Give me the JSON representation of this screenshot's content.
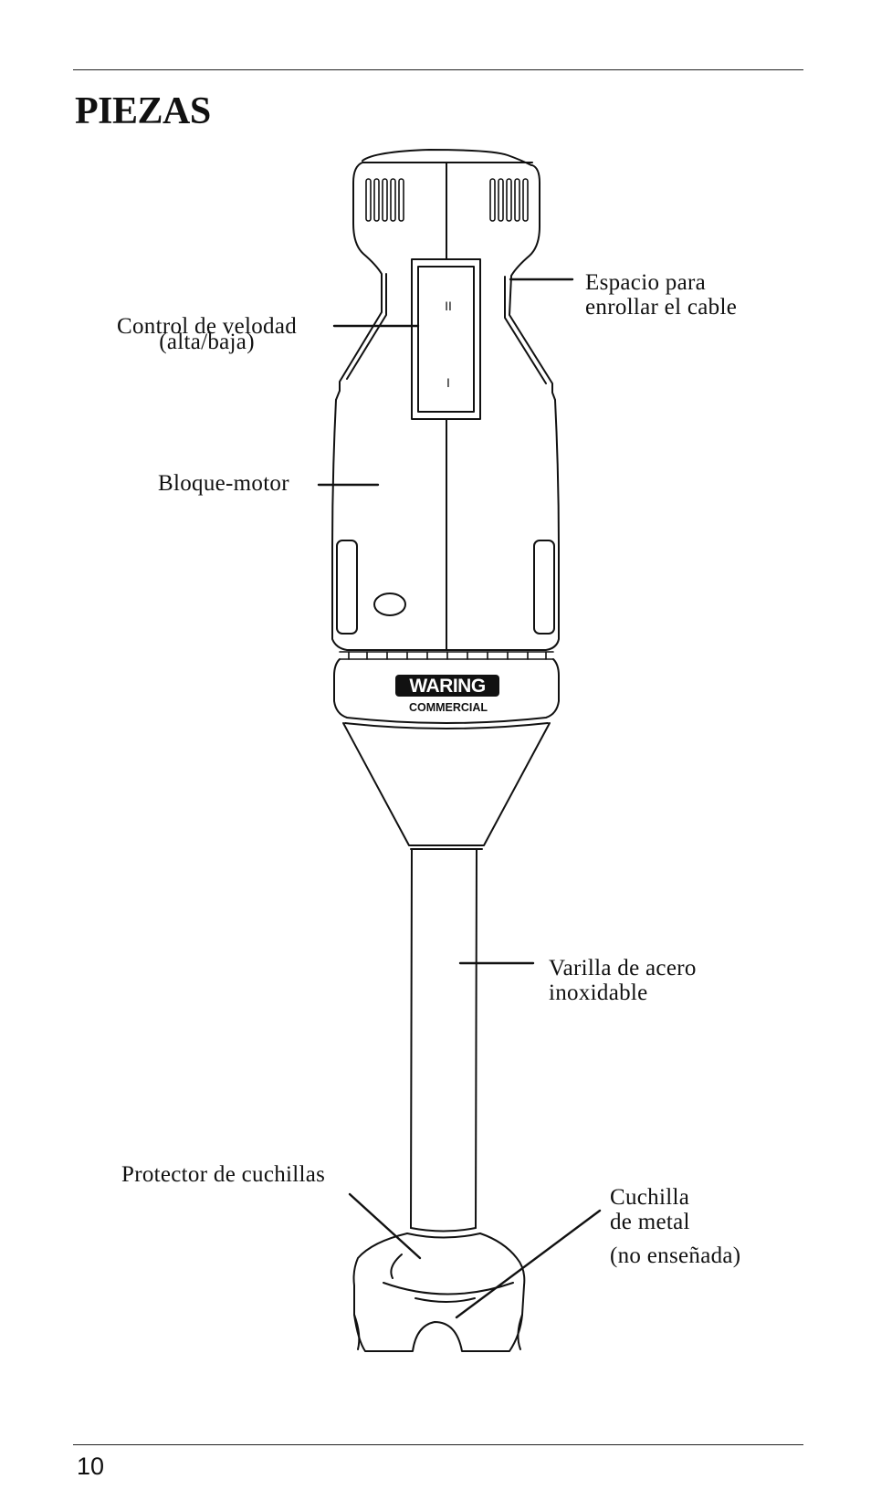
{
  "page": {
    "title": "PIEZAS",
    "page_number": "10"
  },
  "labels": {
    "speed_control_line1": "Control de velodad",
    "speed_control_line2": "(alta/baja)",
    "cord_space_line1": "Espacio para",
    "cord_space_line2": "enrollar el cable",
    "motor_block": "Bloque-motor",
    "shaft_line1": "Varilla de acero",
    "shaft_line2": "inoxidable",
    "blade_guard": "Protector de cuchillas",
    "blade_line1": "Cuchilla",
    "blade_line2": "de metal",
    "blade_note": "(no enseñada)"
  },
  "switch": {
    "high_mark": "II",
    "low_mark": "I"
  },
  "brand_logo": {
    "top": "WARING",
    "bottom": "COMMERCIAL"
  }
}
